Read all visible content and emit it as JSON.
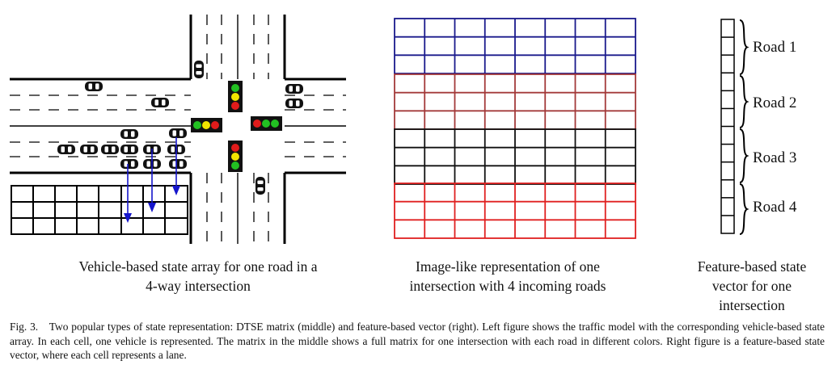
{
  "captions": {
    "left": "Vehicle-based state array for one road in a 4-way intersection",
    "middle": "Image-like representation of one intersection with 4 incoming roads",
    "right": "Feature-based state vector for one intersection"
  },
  "figure_caption": {
    "label": "Fig. 3.",
    "text": "Two popular types of state representation: DTSE matrix (middle) and feature-based vector (right). Left figure shows the traffic model with the corresponding vehicle-based state array. In each cell, one vehicle is represented. The matrix in the middle shows a full matrix for one intersection with each road in different colors. Right figure is a feature-based state vector, where each cell represents a lane."
  },
  "road_labels": [
    "Road 1",
    "Road 2",
    "Road 3",
    "Road 4"
  ],
  "matrix_colors": [
    "#1a1a8c",
    "#a33a3a",
    "#111111",
    "#e02020"
  ],
  "arrow_color": "#1515cc",
  "light_colors": {
    "red": "#e01b1b",
    "yellow": "#f2e400",
    "green": "#22c022"
  }
}
